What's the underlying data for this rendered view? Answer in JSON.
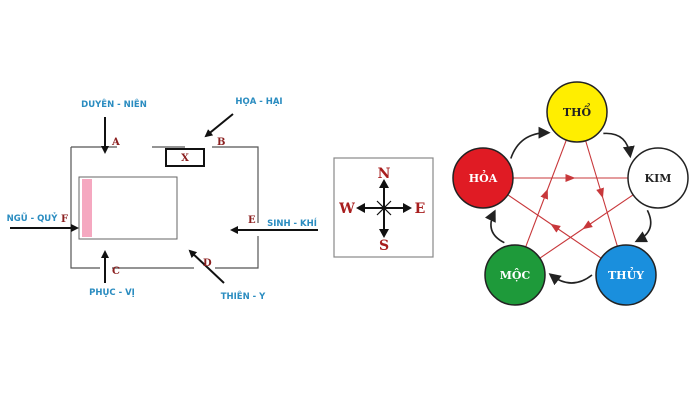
{
  "floor_plan": {
    "x_mark": "X",
    "directions": [
      {
        "key": "A",
        "name": "DUYÊN - NIÊN"
      },
      {
        "key": "B",
        "name": "HỌA - HẠI"
      },
      {
        "key": "C",
        "name": "PHỤC - VỊ"
      },
      {
        "key": "D",
        "name": "THIÊN - Y"
      },
      {
        "key": "E",
        "name": "SINH - KHÍ"
      },
      {
        "key": "F",
        "name": "NGŨ - QUỶ"
      }
    ]
  },
  "compass": {
    "north": "N",
    "south": "S",
    "east": "E",
    "west": "W"
  },
  "five_elements": {
    "elements": [
      {
        "name": "THỔ",
        "color": "#ffee00",
        "text_color": "#222222"
      },
      {
        "name": "KIM",
        "color": "#ffffff",
        "text_color": "#222222"
      },
      {
        "name": "THỦY",
        "color": "#1a8fdd",
        "text_color": "#ffffff"
      },
      {
        "name": "MỘC",
        "color": "#1e9a3a",
        "text_color": "#ffffff"
      },
      {
        "name": "HỎA",
        "color": "#e01b24",
        "text_color": "#ffffff"
      }
    ],
    "outer_arrow_color": "#222222",
    "star_arrow_color": "#c8383b"
  }
}
